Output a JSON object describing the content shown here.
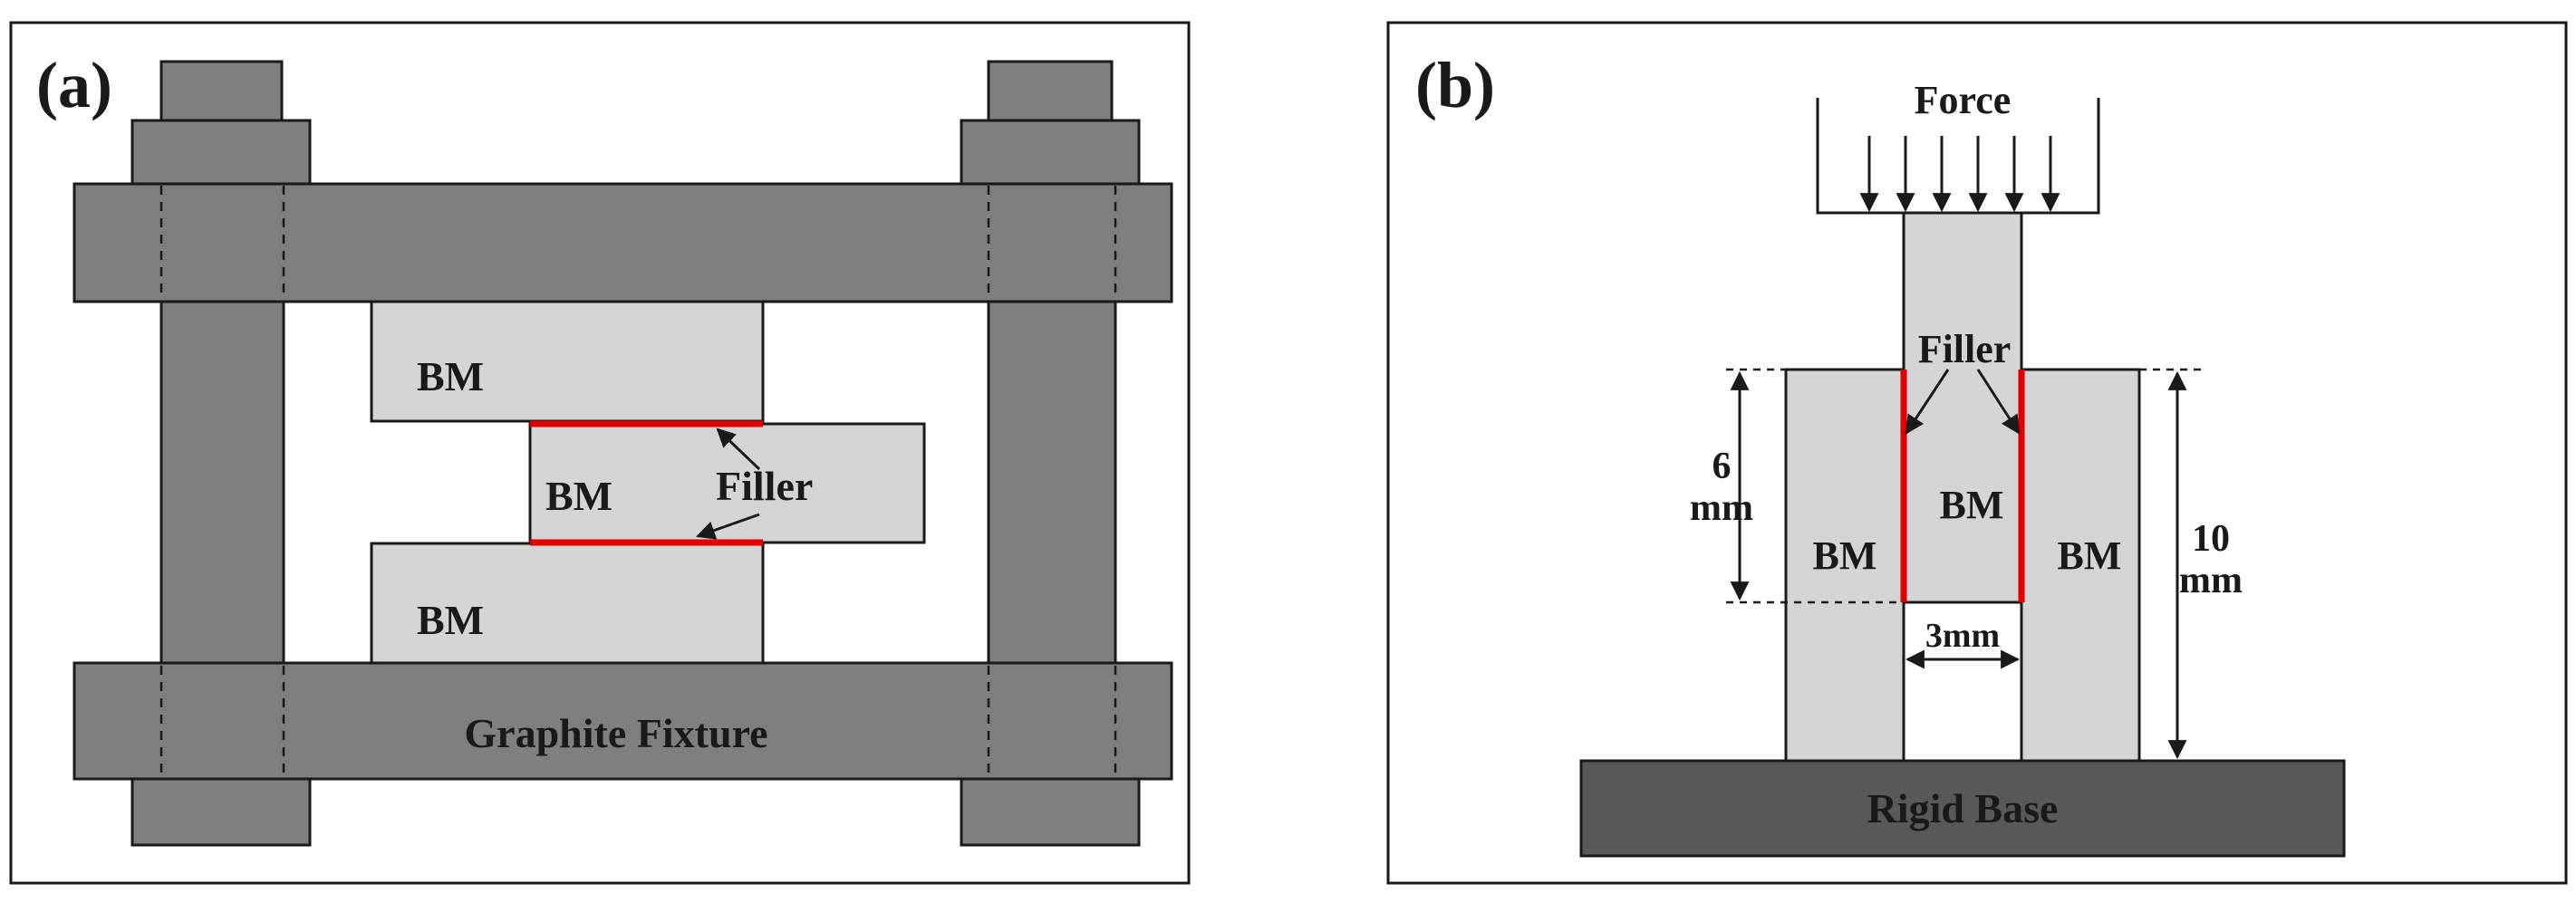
{
  "panel_a": {
    "label": "(a)",
    "bm_top": "BM",
    "bm_middle": "BM",
    "bm_bottom": "BM",
    "filler": "Filler",
    "fixture": "Graphite Fixture"
  },
  "panel_b": {
    "label": "(b)",
    "force": "Force",
    "filler": "Filler",
    "bm_left": "BM",
    "bm_center": "BM",
    "bm_right": "BM",
    "dim_height_value": "6",
    "dim_height_unit": "mm",
    "dim_total_value": "10",
    "dim_total_unit": "mm",
    "dim_gap": "3mm",
    "base": "Rigid Base"
  },
  "colors": {
    "fixture_dark": "#7f7f7f",
    "base_dark": "#595959",
    "bm_light": "#d4d4d4",
    "filler_red": "#e00000",
    "outline": "#1a1a1a"
  }
}
